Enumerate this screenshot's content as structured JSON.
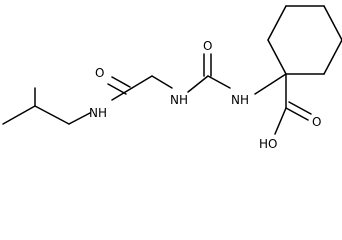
{
  "molecule": {
    "atoms": {
      "nh_left": "NH",
      "o_amide": "O",
      "nh_mid": "NH",
      "o_urea": "O",
      "nh_right": "NH",
      "o_acid": "O",
      "oh_acid": "HO"
    }
  },
  "colors": {
    "bond": "#000000",
    "label": "#000000",
    "background": "#ffffff"
  }
}
